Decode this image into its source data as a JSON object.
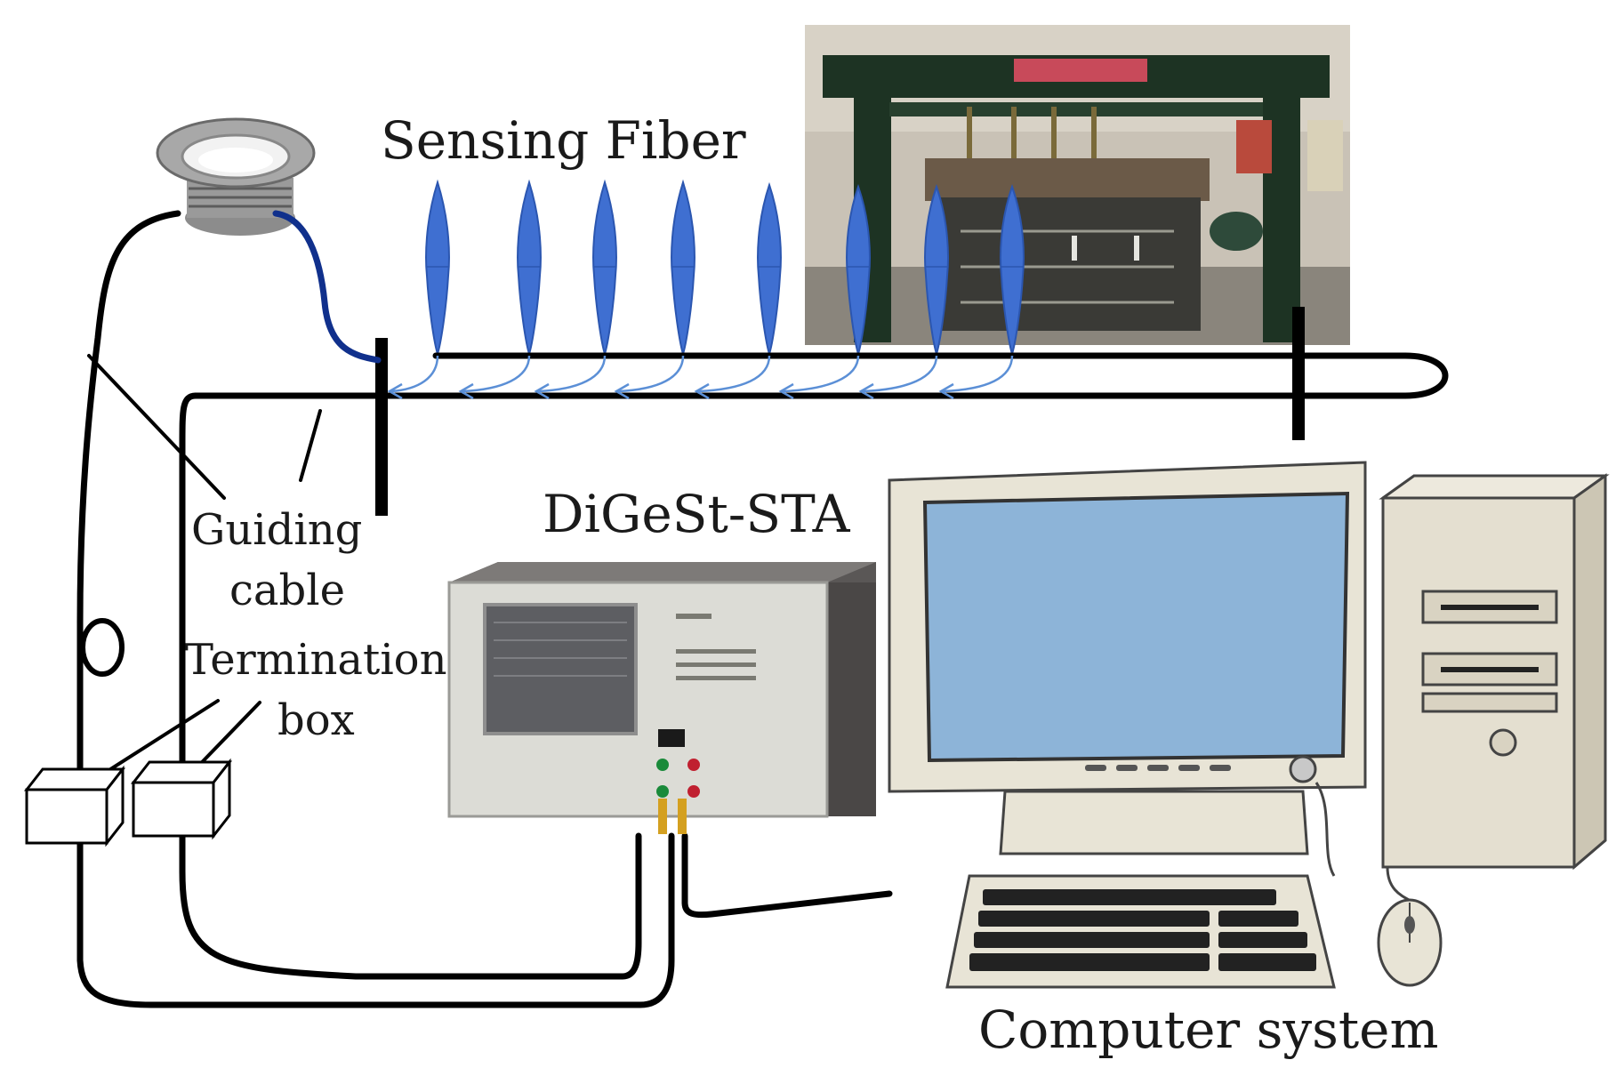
{
  "labels": {
    "sensing_fiber": "Sensing Fiber",
    "guiding_cable_line1": "Guiding",
    "guiding_cable_line2": "cable",
    "termination_box_line1": "Termination",
    "termination_box_line2": "box",
    "instrument": "DiGeSt-STA",
    "computer_system": "Computer system"
  },
  "colors": {
    "fiber_blue": "#3f6fd1",
    "arrow_blue": "#5b8fd6",
    "monitor_screen": "#8db4d8",
    "wire": "#000000"
  },
  "icons": [
    "fiber-spool-icon",
    "test-frame-photo",
    "interrogator-photo",
    "desktop-computer-icon",
    "termination-box-icon"
  ]
}
